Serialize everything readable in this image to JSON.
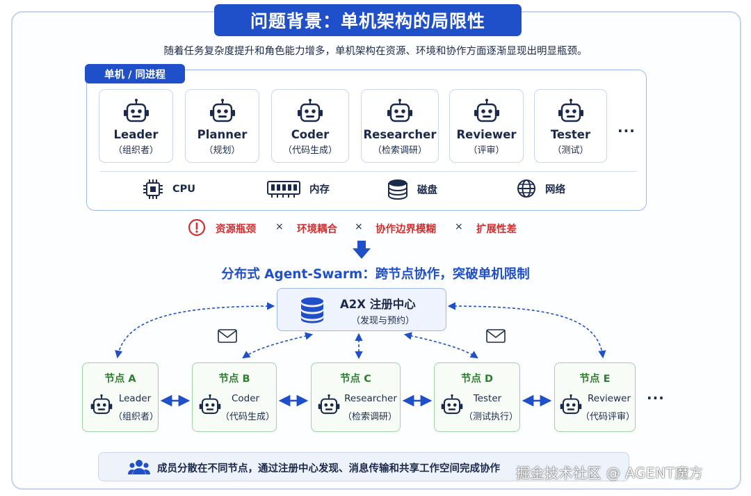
{
  "title": "问题背景：单机架构的局限性",
  "subtitle": "随着任务复杂度提升和角色能力增多，单机架构在资源、环境和协作方面逐渐显现出明显瓶颈。",
  "single_machine": {
    "tag": "单机 / 同进程",
    "roles": [
      {
        "name": "Leader",
        "cn": "（组织者）",
        "icon": "robot-icon"
      },
      {
        "name": "Planner",
        "cn": "（规划）",
        "icon": "robot-icon"
      },
      {
        "name": "Coder",
        "cn": "（代码生成）",
        "icon": "robot-icon"
      },
      {
        "name": "Researcher",
        "cn": "（检索调研）",
        "icon": "robot-icon"
      },
      {
        "name": "Reviewer",
        "cn": "（评审）",
        "icon": "robot-icon"
      },
      {
        "name": "Tester",
        "cn": "（测试）",
        "icon": "robot-icon"
      }
    ],
    "more": "···",
    "hardware": [
      {
        "label": "CPU",
        "icon": "cpu-icon"
      },
      {
        "label": "内存",
        "icon": "memory-icon"
      },
      {
        "label": "磁盘",
        "icon": "disk-icon"
      },
      {
        "label": "网络",
        "icon": "globe-icon"
      }
    ]
  },
  "issues": {
    "icon": "alert-icon",
    "items": [
      "资源瓶颈",
      "环境耦合",
      "协作边界模糊",
      "扩展性差"
    ],
    "separator": "×"
  },
  "swarm_title": "分布式 Agent-Swarm：跨节点协作，突破单机限制",
  "registry": {
    "title": "A2X 注册中心",
    "subtitle": "（发现与预约）",
    "icon": "database-icon"
  },
  "nodes": [
    {
      "title": "节点 A",
      "role": "Leader",
      "cn": "（组织者）"
    },
    {
      "title": "节点 B",
      "role": "Coder",
      "cn": "（代码生成）"
    },
    {
      "title": "节点 C",
      "role": "Researcher",
      "cn": "（检索调研）"
    },
    {
      "title": "节点 D",
      "role": "Tester",
      "cn": "（测试执行）"
    },
    {
      "title": "节点 E",
      "role": "Reviewer",
      "cn": "（代码评审）"
    }
  ],
  "nodes_more": "···",
  "bottom_text": "成员分散在不同节点，通过注册中心发现、消息传输和共享工作空间完成协作",
  "watermark": "掘金技术社区 @ AGENT魔方",
  "colors": {
    "primary": "#1f4fc9",
    "danger": "#d42e2e",
    "node_green": "#2f7d32",
    "node_border": "#9fd0a0"
  }
}
